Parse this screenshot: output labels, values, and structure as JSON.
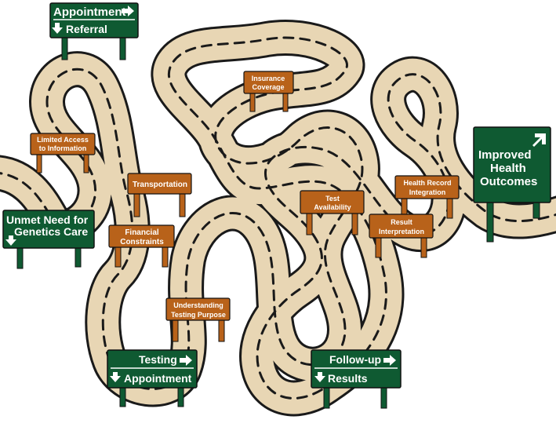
{
  "colors": {
    "road": "#e8d6b4",
    "road_edge": "#1a1a1a",
    "lane": "#1a1a1a",
    "green_sign": "#0f5a32",
    "orange_sign": "#b8621a",
    "sign_text": "#ffffff"
  },
  "green_signs": {
    "appointment_referral": {
      "top": "Appointment",
      "bottom": "Referral",
      "top_icon": "arrow-right-icon",
      "bottom_icon": "arrow-down-icon"
    },
    "unmet_need": {
      "line1": "Unmet Need for",
      "line2": "Genetics Care",
      "icon": "arrow-down-icon"
    },
    "testing_appointment": {
      "top": "Testing",
      "bottom": "Appointment",
      "top_icon": "arrow-right-icon",
      "bottom_icon": "arrow-down-icon"
    },
    "followup_results": {
      "top": "Follow-up",
      "bottom": "Results",
      "top_icon": "arrow-right-icon",
      "bottom_icon": "arrow-down-icon"
    },
    "improved_outcomes": {
      "line1": "Improved",
      "line2": "Health",
      "line3": "Outcomes",
      "icon": "arrow-up-right-icon"
    }
  },
  "barriers": {
    "limited_access": {
      "line1": "Limited Access",
      "line2": "to Information"
    },
    "insurance": {
      "line1": "Insurance",
      "line2": "Coverage"
    },
    "transportation": {
      "line1": "Transportation"
    },
    "financial": {
      "line1": "Financial",
      "line2": "Constraints"
    },
    "understanding": {
      "line1": "Understanding",
      "line2": "Testing Purpose"
    },
    "test_availability": {
      "line1": "Test",
      "line2": "Availability"
    },
    "health_record": {
      "line1": "Health Record",
      "line2": "Integration"
    },
    "result_interpretation": {
      "line1": "Result",
      "line2": "Interpretation"
    }
  }
}
